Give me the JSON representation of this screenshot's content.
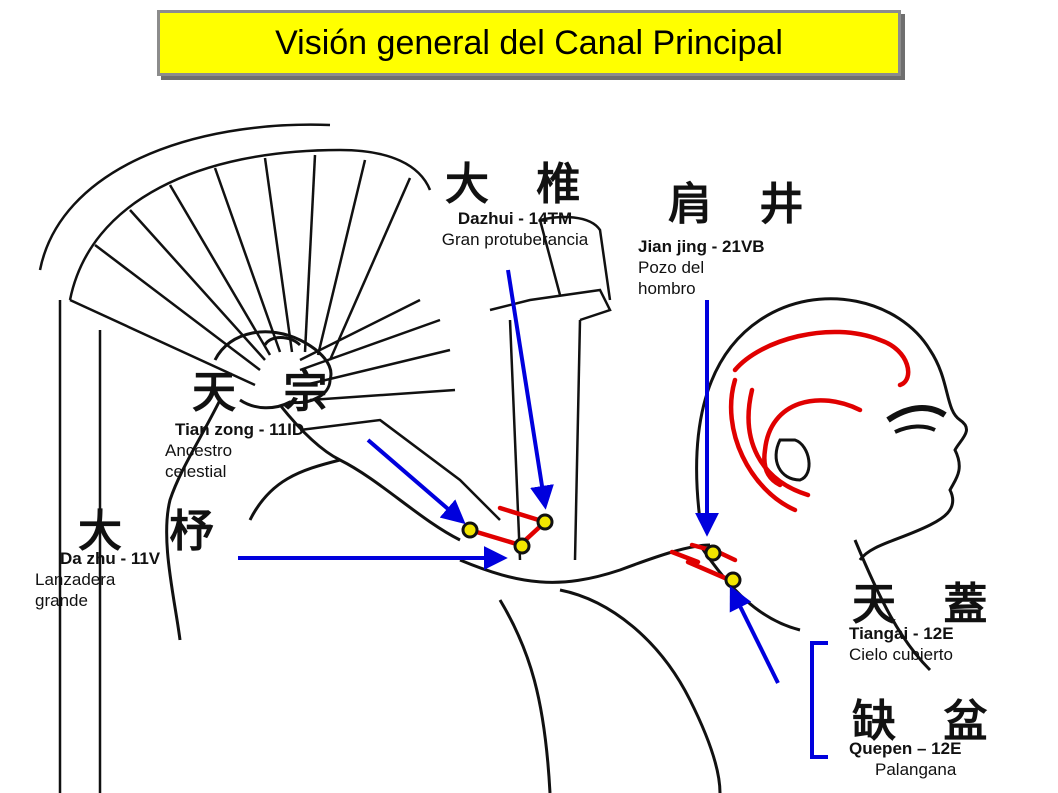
{
  "title": "Visión general del Canal Principal",
  "colors": {
    "title_bg": "#ffff00",
    "arrow": "#0000dd",
    "channel": "#e00000",
    "point_fill": "#f2e600"
  },
  "points": [
    {
      "id": "dazhui",
      "hanzi": "大 椎",
      "name": "Dazhui - 14TM",
      "desc": "Gran protuberancia"
    },
    {
      "id": "jianjing",
      "hanzi": "肩 井",
      "name": "Jian jing - 21VB",
      "desc": "Pozo del hombro"
    },
    {
      "id": "tianzong",
      "hanzi": "天 宗",
      "name": "Tian zong - 11ID",
      "desc": "Ancestro celestial"
    },
    {
      "id": "dazhu",
      "hanzi": "大 杼",
      "name": "Da zhu - 11V",
      "desc": "Lanzadera grande"
    },
    {
      "id": "tiangai",
      "hanzi": "天 蓋",
      "name": "Tiangai - 12E",
      "desc": "Cielo cubierto"
    },
    {
      "id": "quepen",
      "hanzi": "缺 盆",
      "name": "Quepen – 12E",
      "desc": "Palangana"
    }
  ]
}
